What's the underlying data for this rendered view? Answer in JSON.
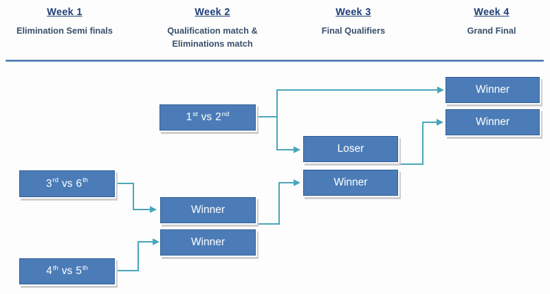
{
  "header": {
    "columns": [
      {
        "title": "Week 1",
        "sub1": "Elimination Semi finals",
        "sub2": ""
      },
      {
        "title": "Week 2",
        "sub1": "Qualification match &",
        "sub2": "Eliminations match"
      },
      {
        "title": "Week 3",
        "sub1": "Final Qualifiers",
        "sub2": ""
      },
      {
        "title": "Week 4",
        "sub1": "Grand Final",
        "sub2": ""
      }
    ]
  },
  "boxes": {
    "seed12": {
      "p1": "1",
      "p1s": "st",
      "vs": "vs",
      "p2": "2",
      "p2s": "nd"
    },
    "seed36": {
      "p1": "3",
      "p1s": "rd",
      "vs": "vs",
      "p2": "6",
      "p2s": "th"
    },
    "seed45": {
      "p1": "4",
      "p1s": "th",
      "vs": "vs",
      "p2": "5",
      "p2s": "th"
    },
    "w2winner1": {
      "label": "Winner"
    },
    "w2winner2": {
      "label": "Winner"
    },
    "loser": {
      "label": "Loser"
    },
    "w3winner": {
      "label": "Winner"
    },
    "w4winner1": {
      "label": "Winner"
    },
    "w4winner2": {
      "label": "Winner"
    }
  },
  "colors": {
    "box_fill": "#4b7cb7",
    "box_border": "#2d5c94",
    "connector": "#47a5b9",
    "week_title": "#1f3f77",
    "subtitle": "#3a4f6b",
    "divider": "#4f7bb0"
  }
}
